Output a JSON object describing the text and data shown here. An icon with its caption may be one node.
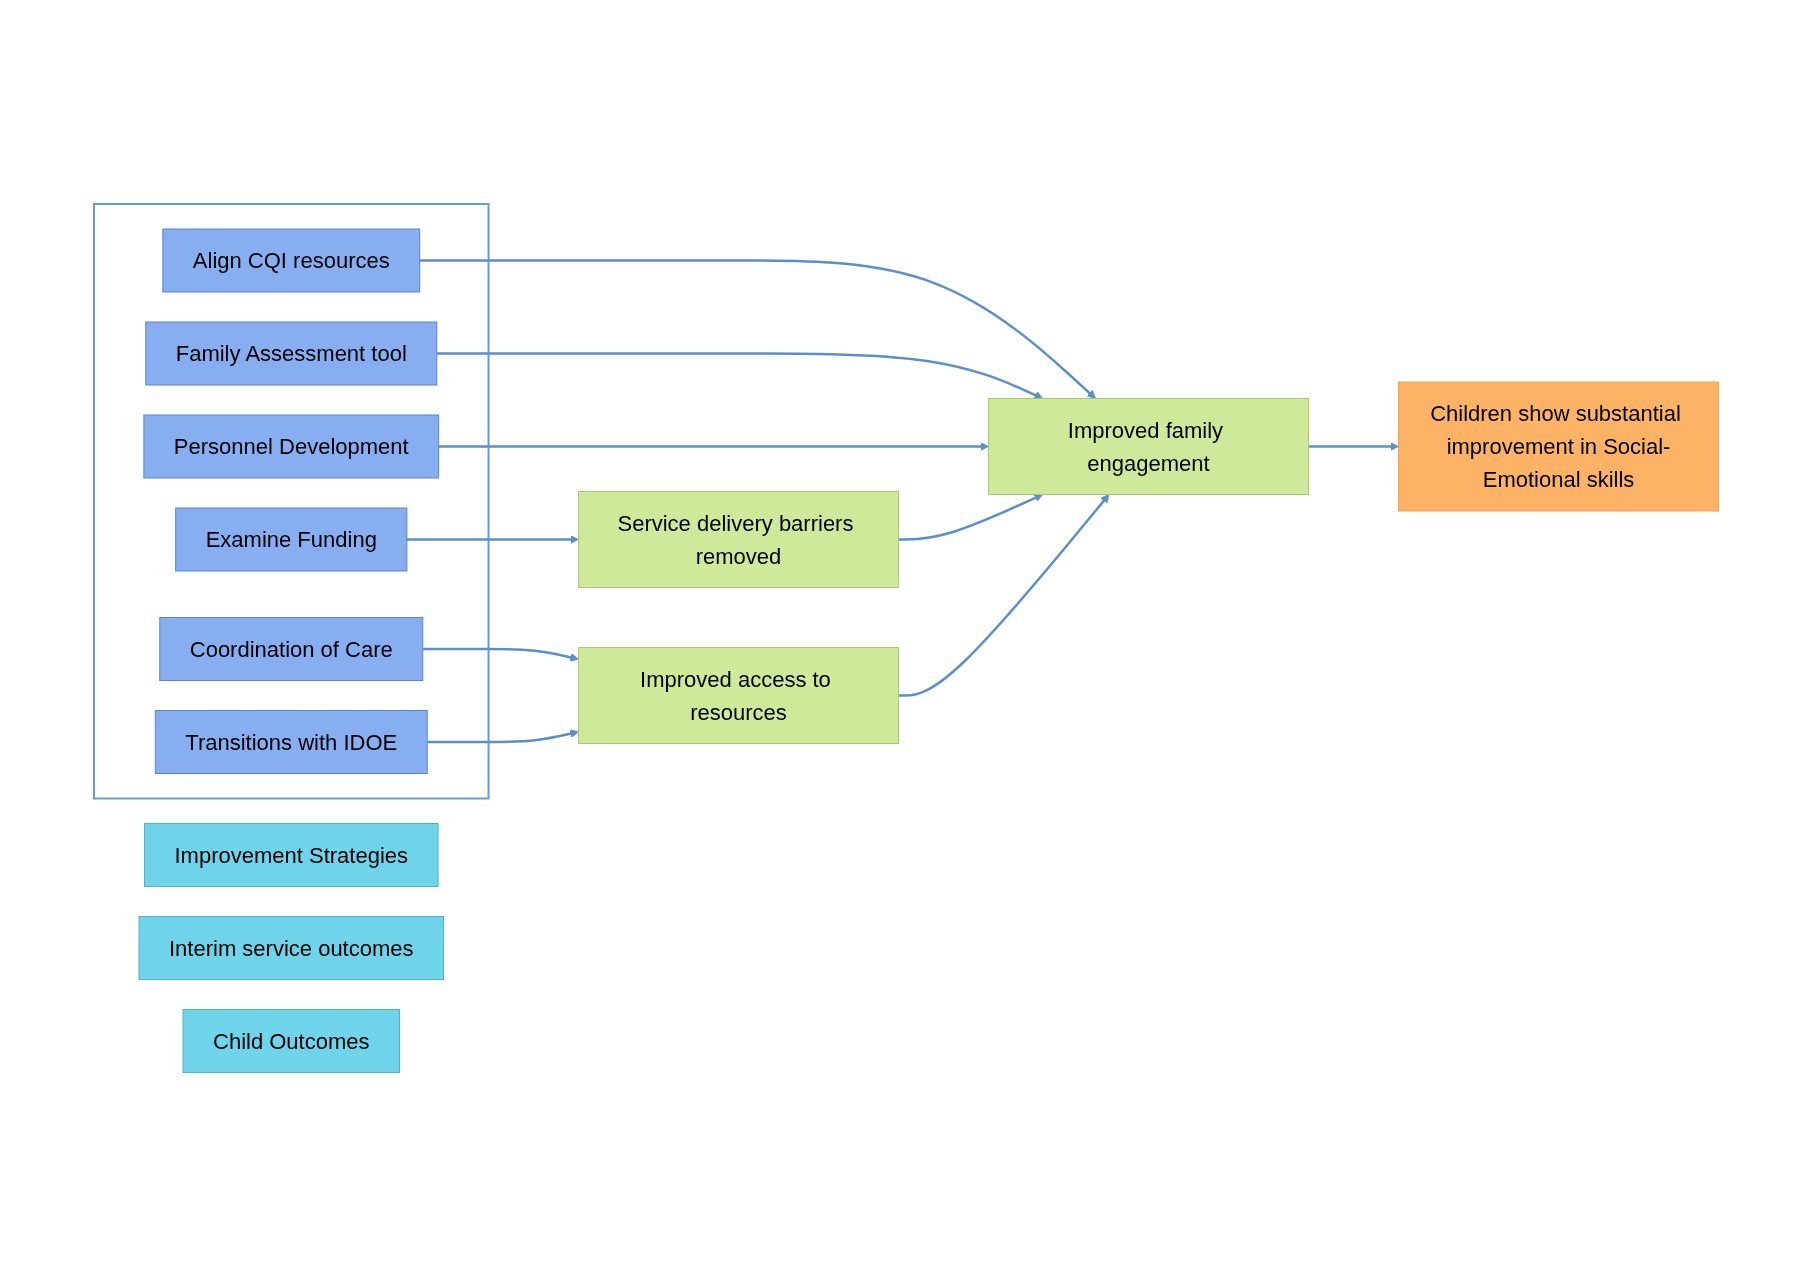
{
  "diagram": {
    "nodes": [
      {
        "text": [
          "Improvement Strategies"
        ]
      },
      {
        "text": [
          "Interim service outcomes"
        ]
      },
      {
        "text": [
          "Child Outcomes"
        ]
      },
      {
        "text": [],
        "shape": "box"
      },
      {
        "text": [
          "Align CQI resources"
        ],
        "in": 3
      },
      {
        "text": [
          "Family Assessment tool"
        ],
        "in": 3
      },
      {
        "text": [
          "Personnel Development"
        ],
        "in": 3
      },
      {
        "text": [
          "Examine Funding"
        ],
        "in": 3
      },
      {
        "text": [
          "Coordination of Care"
        ],
        "in": 3
      },
      {
        "text": [
          "Transitions with IDOE"
        ],
        "in": 3
      },
      {
        "text": [
          "Service delivery barriers removed"
        ]
      },
      {
        "text": [
          "Improved access to resources"
        ]
      },
      {
        "text": [
          "Improved family engagement"
        ]
      },
      {
        "text": [
          "Children show substantial improvement in Social-Emotional skills"
        ]
      }
    ],
    "edges": [
      {
        "from": 4,
        "to": 12,
        "arrow": "to"
      },
      {
        "from": 5,
        "to": 12,
        "arrow": "to"
      },
      {
        "from": 6,
        "to": 12,
        "arrow": "to"
      },
      {
        "from": 7,
        "to": 10,
        "arrow": "to"
      },
      {
        "from": 10,
        "to": 12,
        "arrow": "to"
      },
      {
        "from": 8,
        "to": 11,
        "arrow": "to"
      },
      {
        "from": 9,
        "to": 11,
        "arrow": "to"
      },
      {
        "from": 11,
        "to": 12,
        "arrow": "to"
      },
      {
        "from": 12,
        "to": 13,
        "arrow": "to"
      }
    ]
  }
}
